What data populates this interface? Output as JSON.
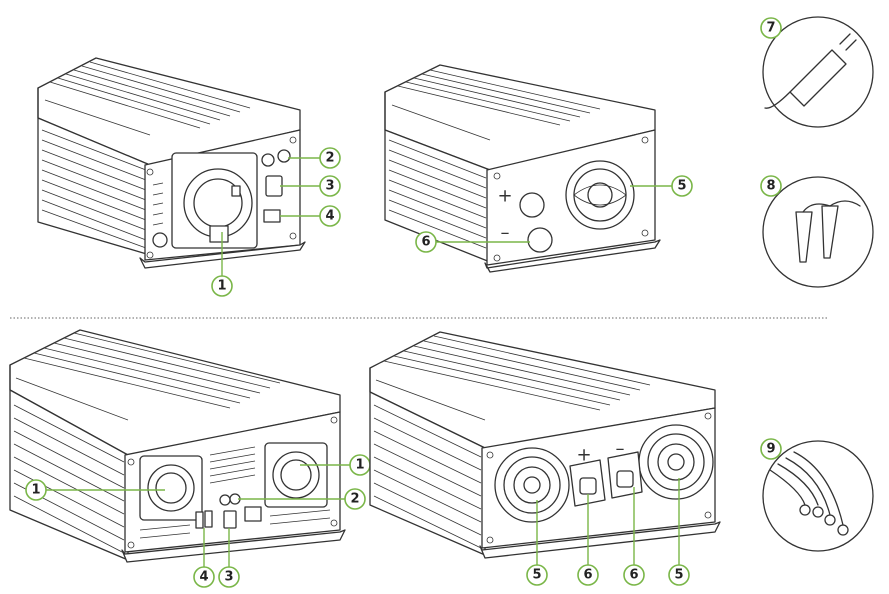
{
  "theme": {
    "accent": "#7ab648",
    "line": "#333333",
    "background": "#ffffff"
  },
  "views": {
    "ac_front_small": {
      "label_1": "1",
      "label_2": "2",
      "label_3": "3",
      "label_4": "4"
    },
    "dc_rear_small": {
      "label_5": "5",
      "label_6": "6",
      "plus": "+",
      "minus": "–"
    },
    "ac_front_large": {
      "label_1a": "1",
      "label_1b": "1",
      "label_2": "2",
      "label_3": "3",
      "label_4": "4"
    },
    "dc_rear_large": {
      "label_5a": "5",
      "label_6a": "6",
      "label_6b": "6",
      "label_5b": "5",
      "plus": "+",
      "minus": "–"
    }
  },
  "accessories": {
    "cigarette_plug": {
      "label": "7",
      "icon": "cigarette-lighter-plug-icon"
    },
    "alligator_clips": {
      "label": "8",
      "icon": "alligator-clip-cable-icon"
    },
    "ring_terminals": {
      "label": "9",
      "icon": "ring-terminal-cable-icon"
    }
  }
}
